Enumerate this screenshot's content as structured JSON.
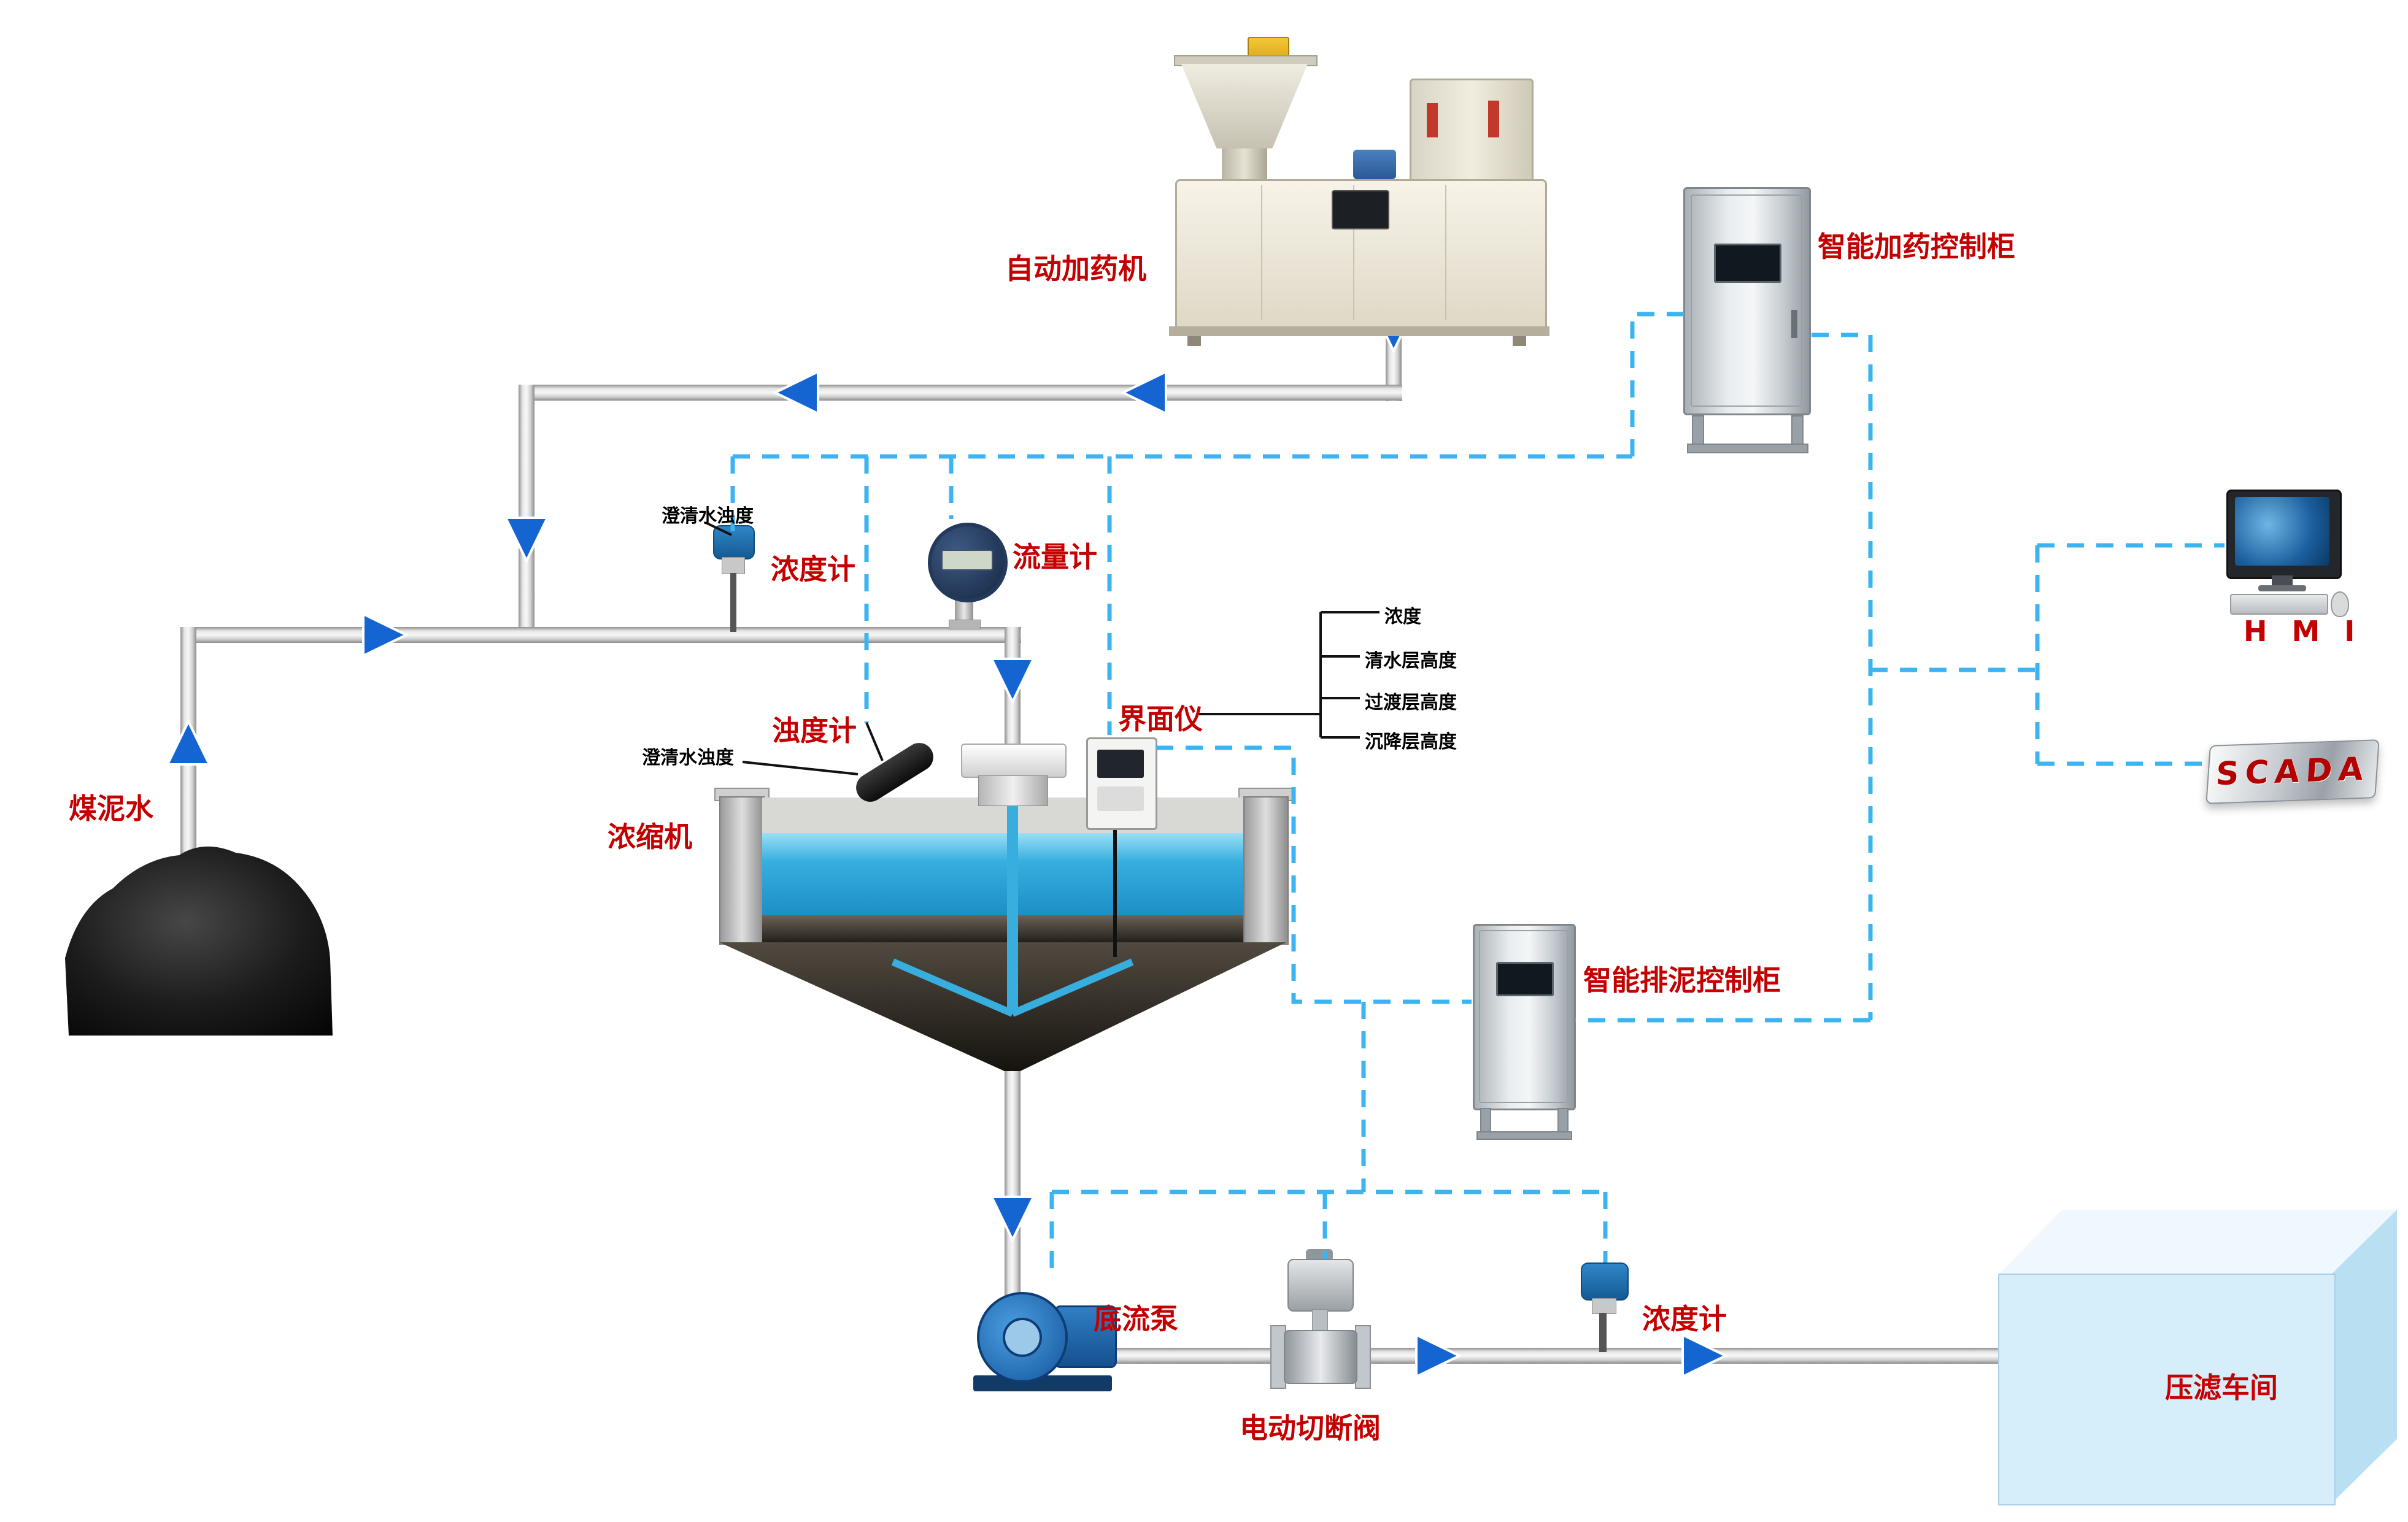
{
  "diagram": {
    "labels": {
      "coal_water": "煤泥水",
      "auto_doser": "自动加药机",
      "dosing_cabinet": "智能加药控制柜",
      "hmi": "H M I",
      "scada": "SCADA",
      "clarified_turbidity_top": "澄清水浊度",
      "clarified_turbidity_mid": "澄清水浊度",
      "concentration_meter_top": "浓度计",
      "flow_meter": "流量计",
      "turbidity_meter": "浊度计",
      "interface_meter": "界面仪",
      "thickener": "浓缩机",
      "sludge_cabinet": "智能排泥控制柜",
      "underflow_pump": "底流泵",
      "electric_shutoff_valve": "电动切断阀",
      "concentration_meter_bottom": "浓度计",
      "filter_press_workshop": "压滤车间"
    },
    "interface_readings": [
      "浓度",
      "清水层高度",
      "过渡层高度",
      "沉降层高度"
    ],
    "colors": {
      "label_red": "#c40000",
      "signal_dashed_blue": "#3cb4f2",
      "flow_arrow_blue": "#1465d2",
      "pipe_gray": "#c9c9c9",
      "water_blue": "#36aede",
      "workshop_blue": "#d6edfa"
    }
  }
}
